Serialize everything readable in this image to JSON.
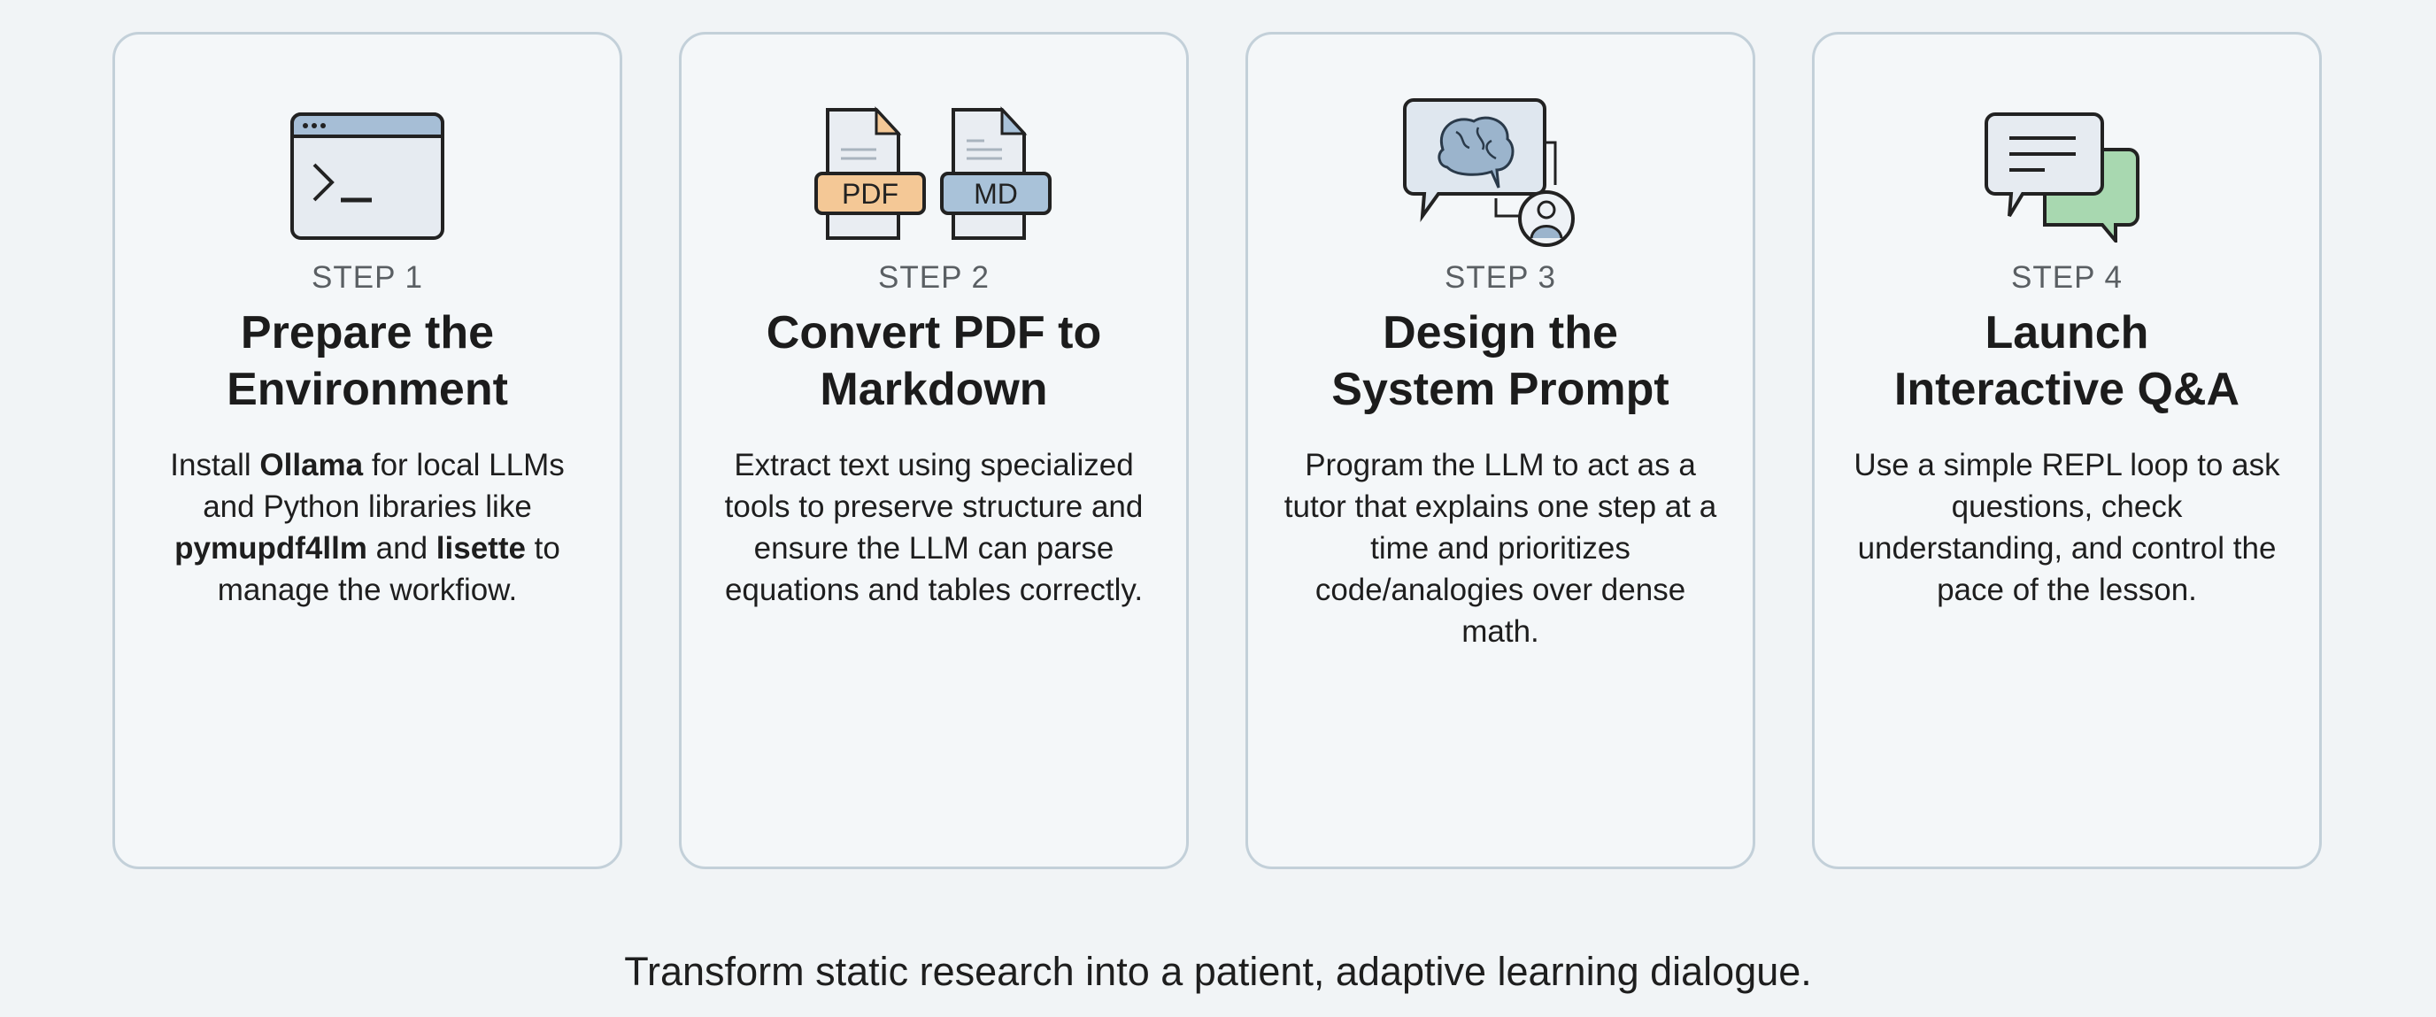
{
  "cards": [
    {
      "step": "STEP 1",
      "title_line1": "Prepare the",
      "title_line2": "Environment",
      "desc": [
        {
          "text": "Install ",
          "bold": false
        },
        {
          "text": "Ollama",
          "bold": true
        },
        {
          "text": " for local LLMs and Python libraries like ",
          "bold": false
        },
        {
          "text": "pymupdf4llm",
          "bold": true
        },
        {
          "text": " and ",
          "bold": false
        },
        {
          "text": "lisette",
          "bold": true
        },
        {
          "text": " to manage the workfiow.",
          "bold": false
        }
      ],
      "icon": "terminal-window-icon"
    },
    {
      "step": "STEP 2",
      "title_line1": "Convert PDF to",
      "title_line2": "Markdown",
      "desc": [
        {
          "text": "Extract text using specialized tools to preserve structure and ensure the LLM can parse equations and tables correctly.",
          "bold": false
        }
      ],
      "icon": "pdf-md-files-icon",
      "icon_labels": {
        "pdf": "PDF",
        "md": "MD"
      }
    },
    {
      "step": "STEP 3",
      "title_line1": "Design the",
      "title_line2": "System Prompt",
      "desc": [
        {
          "text": "Program the LLM to act as a tutor that explains one step at a time and prioritizes code/analogies over dense math.",
          "bold": false
        }
      ],
      "icon": "brain-chat-user-icon"
    },
    {
      "step": "STEP 4",
      "title_line1": "Launch",
      "title_line2": "Interactive Q&A",
      "desc": [
        {
          "text": "Use a simple REPL loop to ask questions, check understanding, and control the pace of the lesson.",
          "bold": false
        }
      ],
      "icon": "chat-bubbles-icon"
    }
  ],
  "footer": "Transform static research into a patient, adaptive learning dialogue.",
  "colors": {
    "pdf": "#f4c896",
    "md": "#a9c2d9",
    "green": "#a8d8b0",
    "window_bar": "#a6bed6",
    "card_border": "#c3d0d9"
  }
}
